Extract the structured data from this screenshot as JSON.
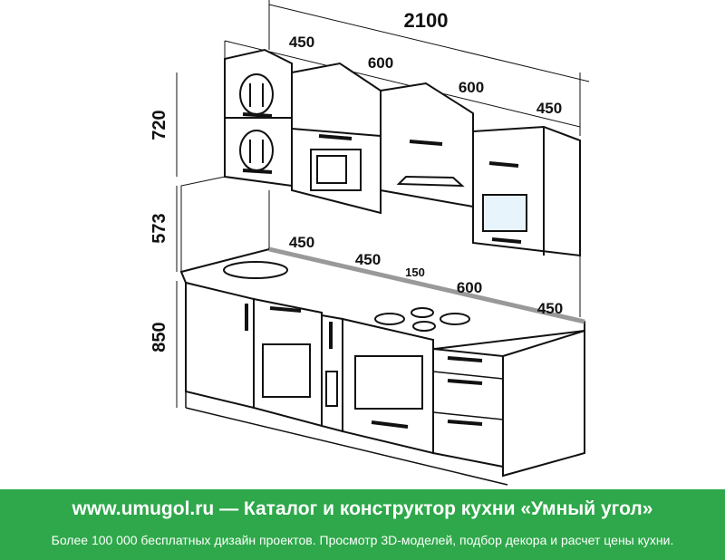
{
  "dimensions": {
    "total_width": "2100",
    "upper": [
      "450",
      "600",
      "600",
      "450"
    ],
    "counter": [
      "450",
      "450",
      "150",
      "600",
      "450"
    ],
    "height_upper": "720",
    "height_gap": "573",
    "height_base": "850"
  },
  "banner": {
    "title": "www.umugol.ru — Каталог и конструктор кухни «Умный угол»",
    "subtitle": "Более 100 000 бесплатных дизайн проектов. Просмотр 3D-моделей, подбор декора и расчет цены кухни."
  },
  "colors": {
    "banner_bg": "#2ea84a",
    "banner_text": "#ffffff",
    "line": "#111111"
  }
}
